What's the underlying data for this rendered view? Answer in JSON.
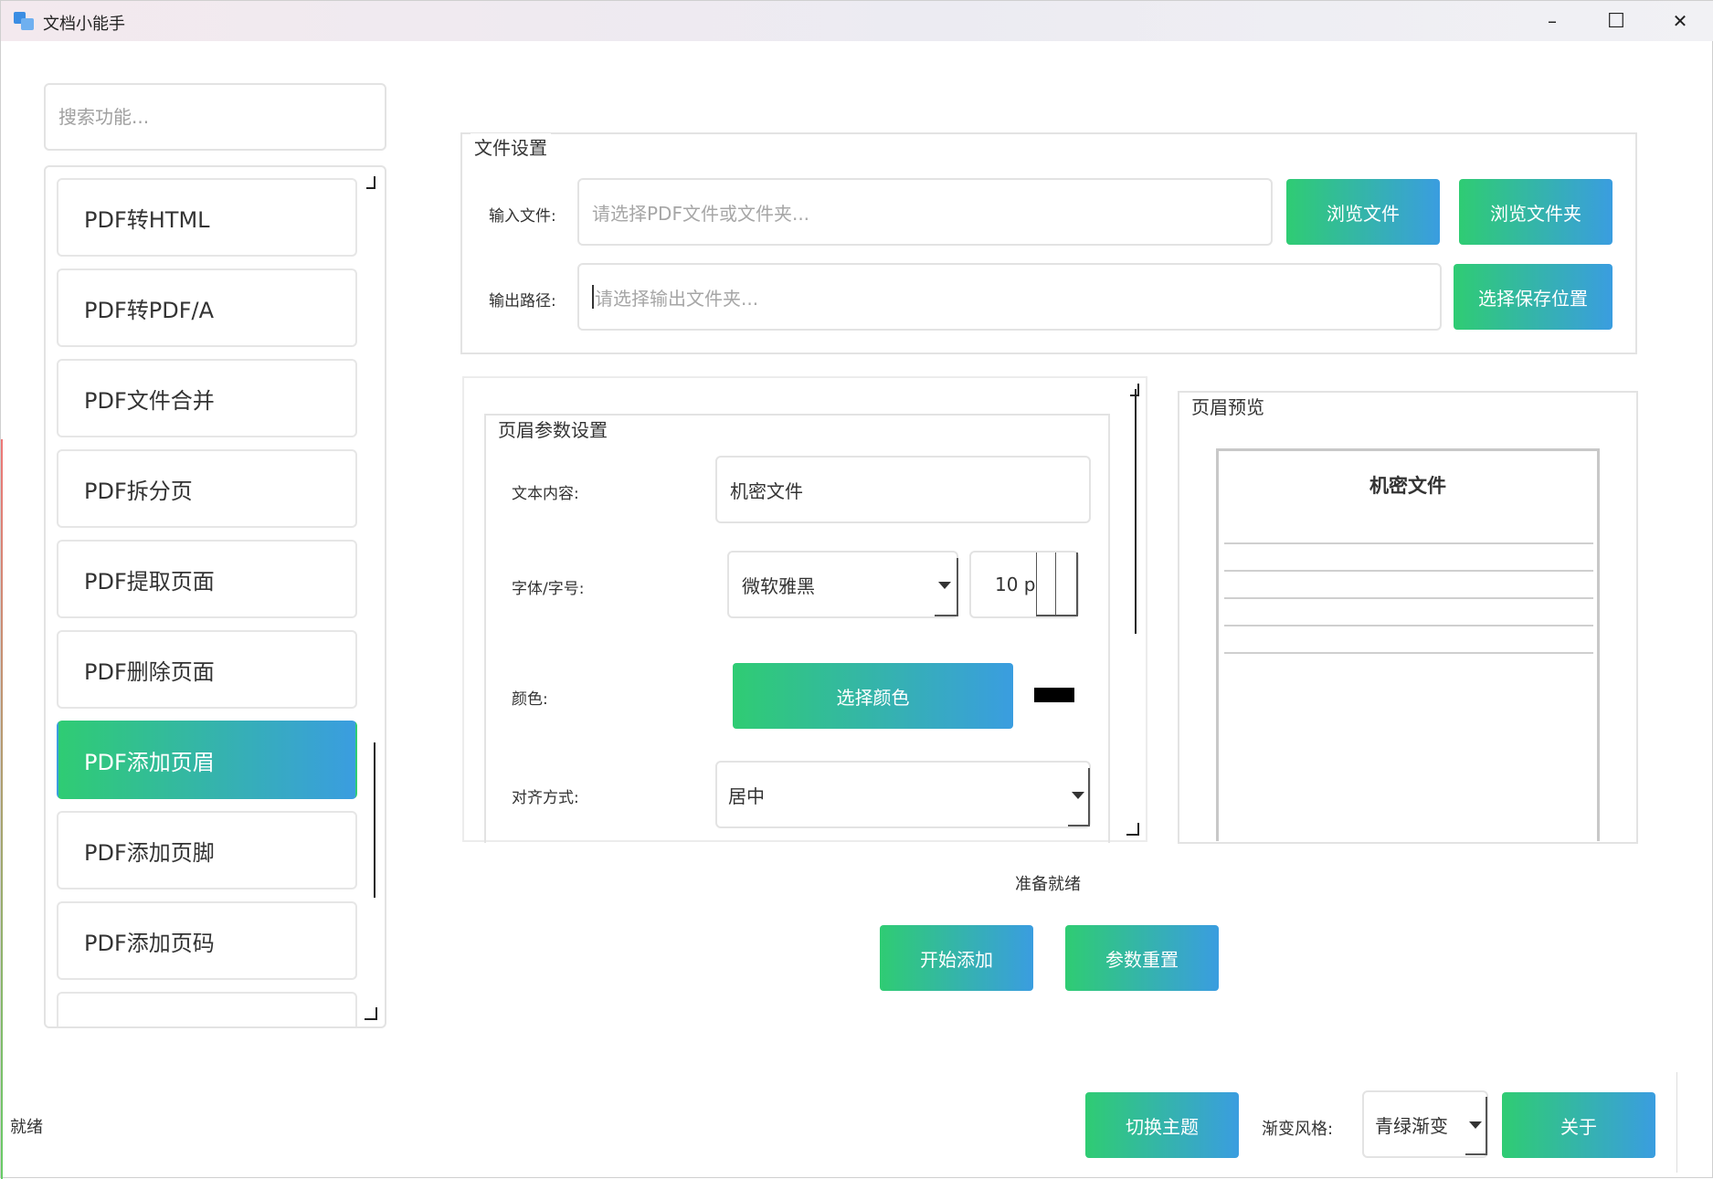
{
  "window": {
    "title": "文档小能手",
    "minimize_glyph": "–",
    "maximize_glyph": "☐",
    "close_glyph": "✕"
  },
  "sidebar": {
    "search_placeholder": "搜索功能...",
    "items": [
      {
        "label": "PDF转HTML"
      },
      {
        "label": "PDF转PDF/A"
      },
      {
        "label": "PDF文件合并"
      },
      {
        "label": "PDF拆分页"
      },
      {
        "label": "PDF提取页面"
      },
      {
        "label": "PDF删除页面"
      },
      {
        "label": "PDF添加页眉",
        "active": true
      },
      {
        "label": "PDF添加页脚"
      },
      {
        "label": "PDF添加页码"
      },
      {
        "label": ""
      }
    ]
  },
  "file_settings": {
    "title": "文件设置",
    "input_label": "输入文件:",
    "input_placeholder": "请选择PDF文件或文件夹...",
    "browse_file": "浏览文件",
    "browse_folder": "浏览文件夹",
    "output_label": "输出路径:",
    "output_placeholder": "请选择输出文件夹...",
    "choose_save": "选择保存位置"
  },
  "header_params": {
    "title": "页眉参数设置",
    "text_label": "文本内容:",
    "text_value": "机密文件",
    "font_label": "字体/字号:",
    "font_value": "微软雅黑",
    "size_value": "10 p",
    "color_label": "颜色:",
    "color_button": "选择颜色",
    "color_value": "#000000",
    "align_label": "对齐方式:",
    "align_value": "居中"
  },
  "preview": {
    "title": "页眉预览",
    "header_text": "机密文件"
  },
  "actions": {
    "status": "准备就绪",
    "start": "开始添加",
    "reset": "参数重置"
  },
  "footer": {
    "status": "就绪",
    "switch_theme": "切换主题",
    "gradient_label": "渐变风格:",
    "gradient_value": "青绿渐变",
    "about": "关于"
  },
  "colors": {
    "gradient_start": "#2fcc73",
    "gradient_end": "#3a9de0"
  }
}
